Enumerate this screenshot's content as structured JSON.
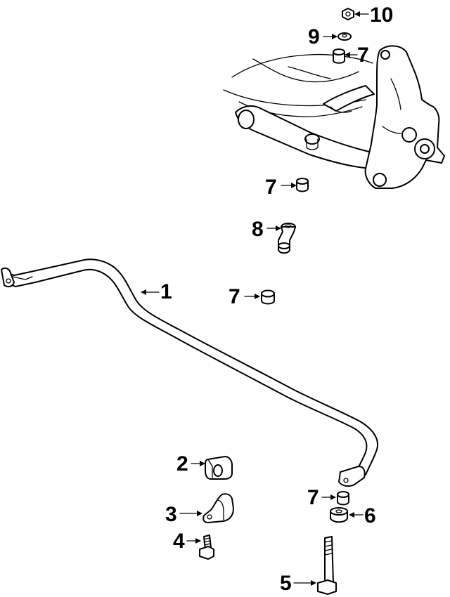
{
  "callouts": [
    {
      "id": "1",
      "label": "1"
    },
    {
      "id": "2",
      "label": "2"
    },
    {
      "id": "3",
      "label": "3"
    },
    {
      "id": "4",
      "label": "4"
    },
    {
      "id": "5",
      "label": "5"
    },
    {
      "id": "6",
      "label": "6"
    },
    {
      "id": "7a",
      "label": "7"
    },
    {
      "id": "7b",
      "label": "7"
    },
    {
      "id": "7c",
      "label": "7"
    },
    {
      "id": "7d",
      "label": "7"
    },
    {
      "id": "8",
      "label": "8"
    },
    {
      "id": "9",
      "label": "9"
    },
    {
      "id": "10",
      "label": "10"
    }
  ]
}
